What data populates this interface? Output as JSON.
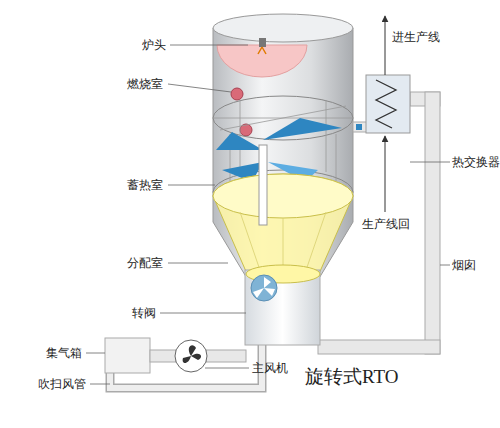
{
  "diagram": {
    "caption": "旋转式RTO",
    "labels": [
      "炉头",
      "燃烧室",
      "蓄热室",
      "分配室",
      "转阀",
      "集气箱",
      "吹扫风管",
      "主风机",
      "进生产线",
      "热交换器",
      "生产线回",
      "烟囱"
    ]
  }
}
